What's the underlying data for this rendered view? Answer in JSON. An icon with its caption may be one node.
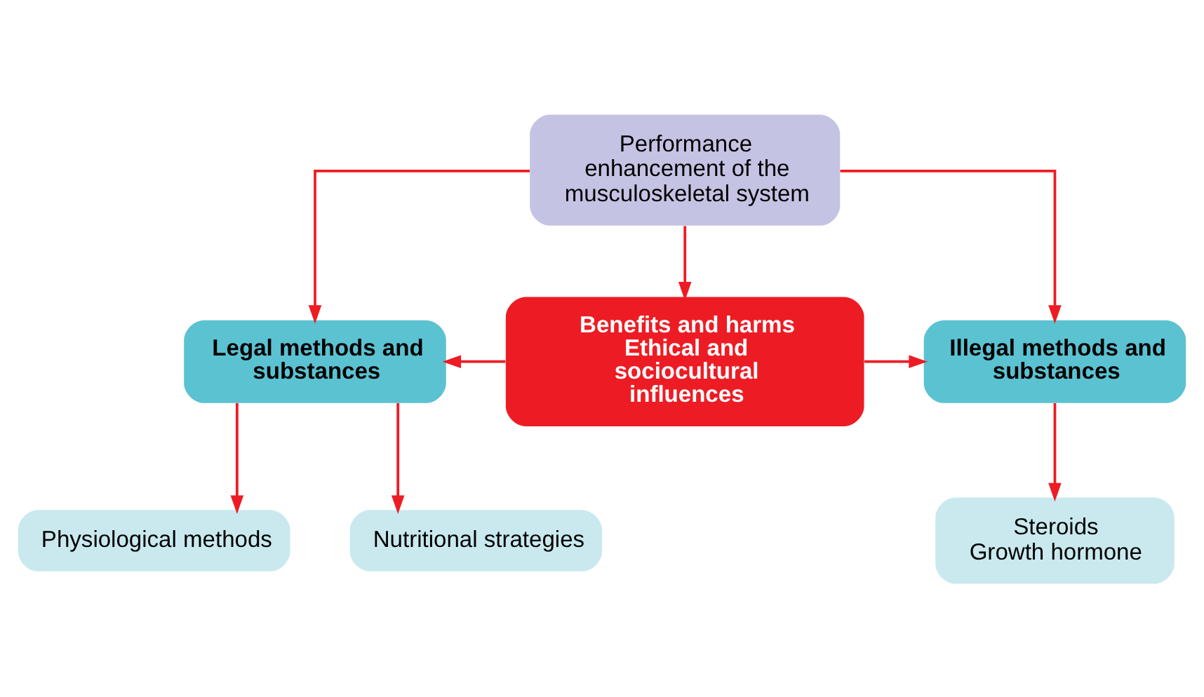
{
  "diagram": {
    "nodes": [
      {
        "text": [
          "Performance enhancement of the musculoskeletal system"
        ]
      },
      {
        "text": [
          "Legal methods and substances"
        ]
      },
      {
        "text": [
          "Benefits and harms",
          "Ethical and sociocultural influences"
        ]
      },
      {
        "text": [
          "Illegal methods and substances"
        ]
      },
      {
        "text": [
          "Physiological methods"
        ]
      },
      {
        "text": [
          "Nutritional strategies"
        ]
      },
      {
        "text": [
          "Steroids",
          "Growth hormone"
        ]
      }
    ],
    "edges": [
      {
        "from": 0,
        "to": 1,
        "arrow": "to"
      },
      {
        "from": 0,
        "to": 2,
        "arrow": "to"
      },
      {
        "from": 0,
        "to": 3,
        "arrow": "to"
      },
      {
        "from": 2,
        "to": 1,
        "arrow": "to"
      },
      {
        "from": 2,
        "to": 3,
        "arrow": "to"
      },
      {
        "from": 1,
        "to": 4,
        "arrow": "to"
      },
      {
        "from": 1,
        "to": 5,
        "arrow": "to"
      },
      {
        "from": 3,
        "to": 6,
        "arrow": "to"
      }
    ]
  }
}
